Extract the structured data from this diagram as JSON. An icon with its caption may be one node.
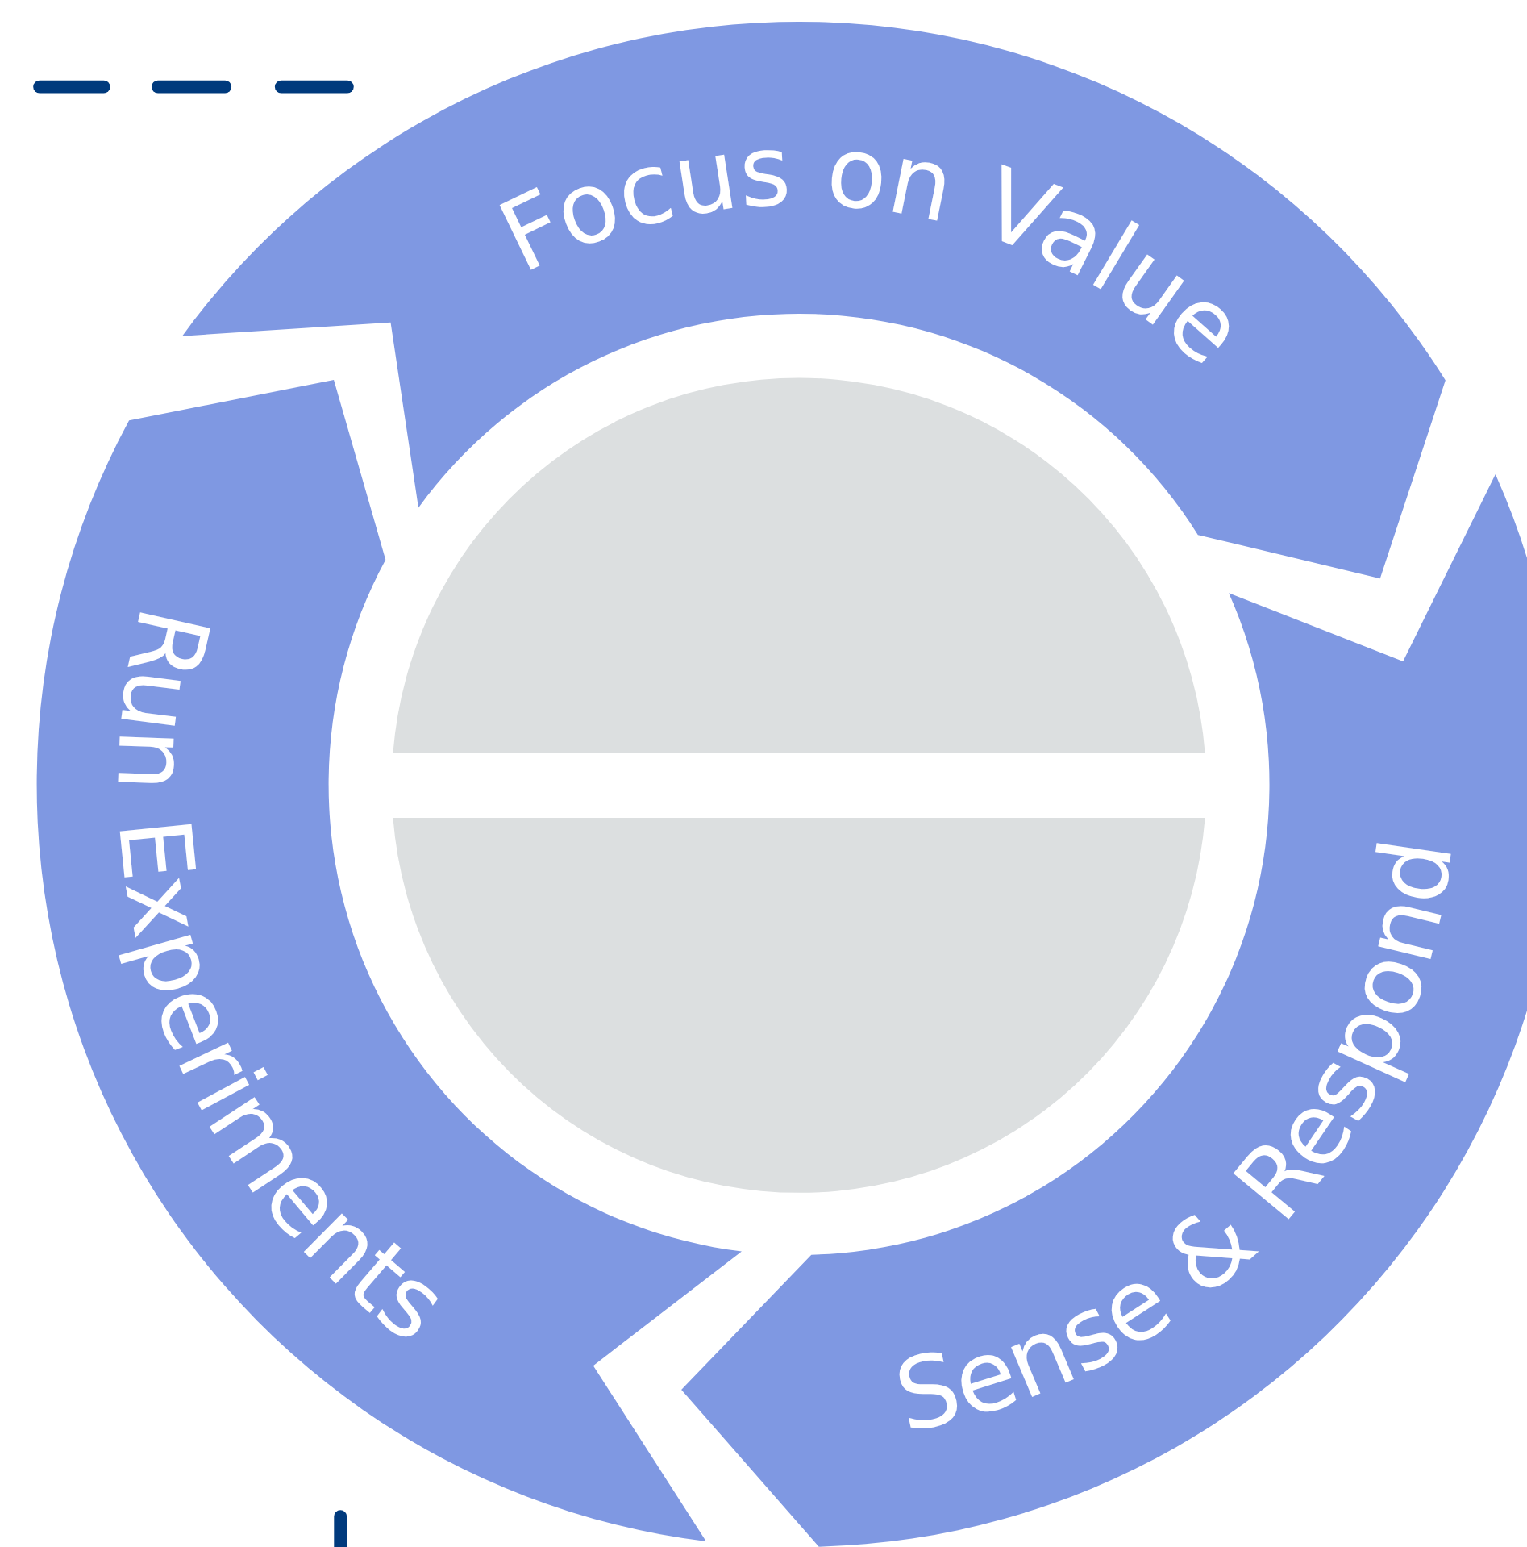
{
  "diagram": {
    "nodes": [
      {
        "text": [
          "Focus on Value"
        ]
      },
      {
        "text": [
          "Run Experiments"
        ]
      },
      {
        "text": [
          "Sense & Respond"
        ]
      }
    ]
  }
}
